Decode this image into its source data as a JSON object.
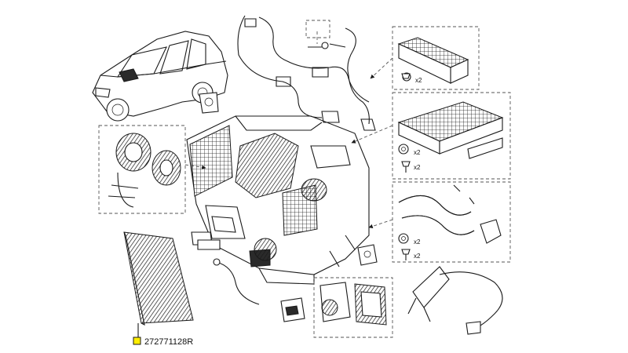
{
  "callout": {
    "part_number": "272771128R",
    "marker_color": "#ffee00"
  },
  "quantities": {
    "grommet_heater_top": "x2",
    "grommet_heater_mid": "x2",
    "screw_heater_mid": "x2",
    "grommet_pipes": "x2",
    "screw_pipes": "x2"
  },
  "icons": [
    "vehicle-outline-icon",
    "cabin-filter-icon",
    "blower-fan-icon",
    "heater-core-icon",
    "screw-icon",
    "grommet-icon",
    "wiring-harness-icon",
    "hose-icon",
    "leader-arrow-icon"
  ]
}
